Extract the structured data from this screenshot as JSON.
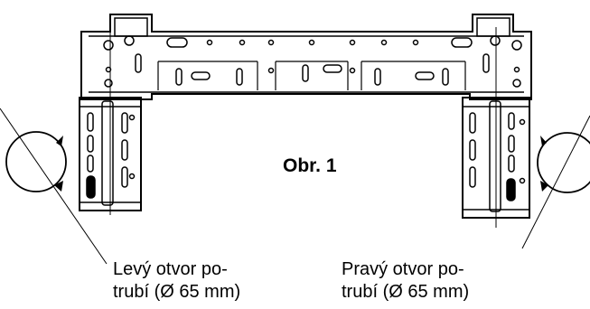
{
  "figure_label": "Obr. 1",
  "left_hole": {
    "line1": "Levý otvor po-",
    "line2": "trubí (Ø 65 mm)"
  },
  "right_hole": {
    "line1": "Pravý otvor po-",
    "line2": "trubí (Ø 65 mm)"
  }
}
